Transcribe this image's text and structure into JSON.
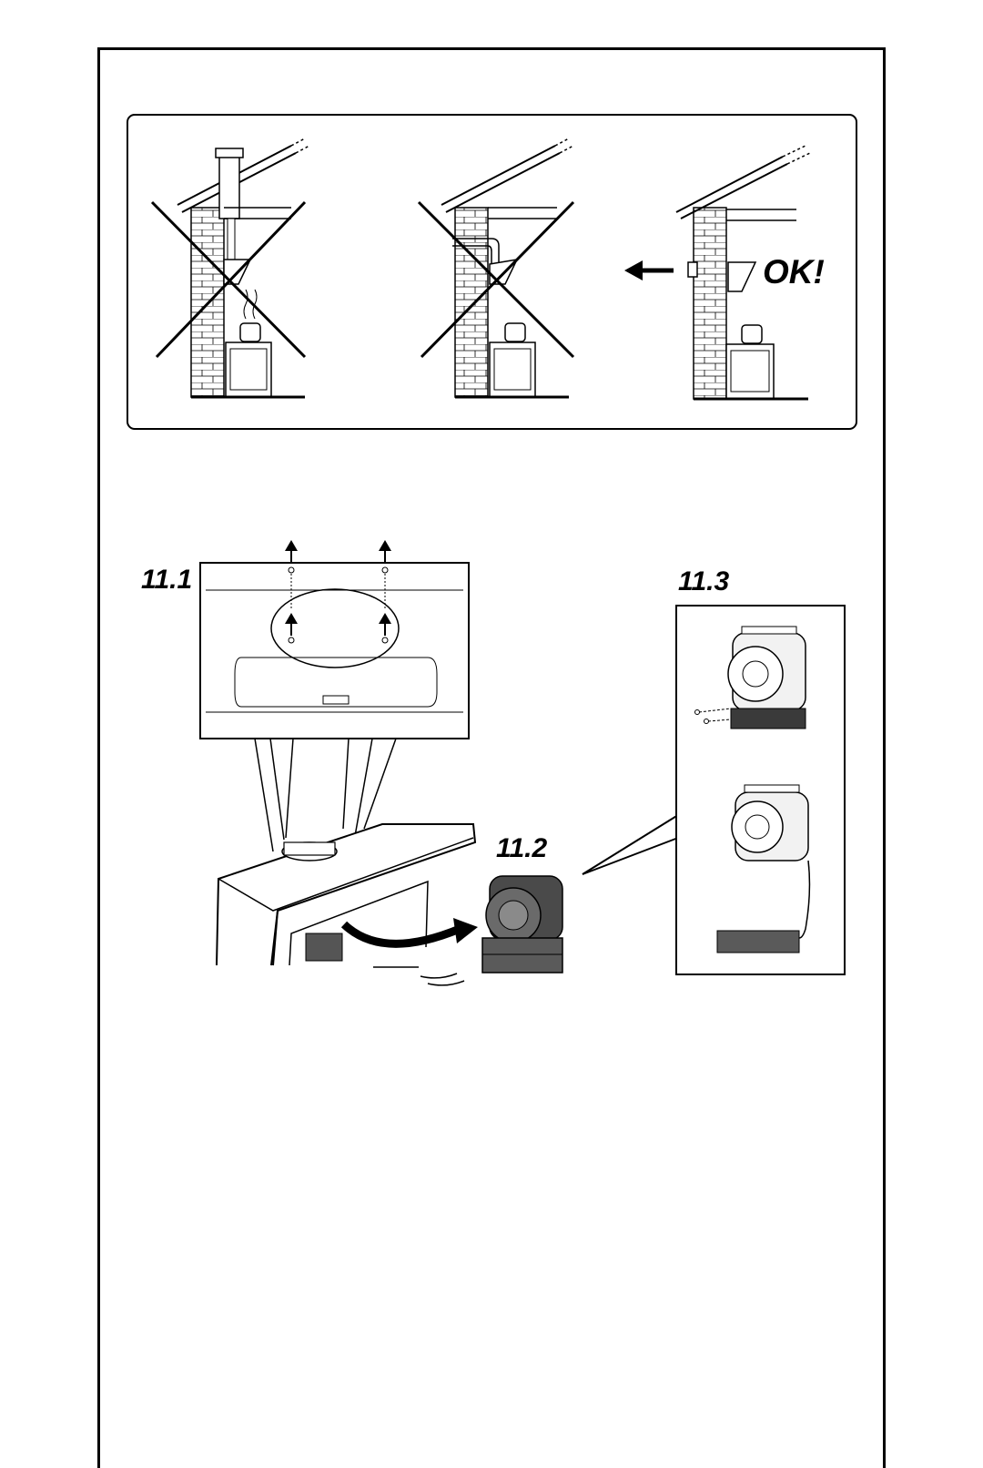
{
  "figure_labels": {
    "fig_11_1": "11.1",
    "fig_11_2": "11.2",
    "fig_11_3": "11.3"
  },
  "venting_panel": {
    "ok_label": "OK!",
    "scenes": [
      {
        "id": "chimney-vent",
        "status": "wrong",
        "mark": "x-cross-icon"
      },
      {
        "id": "wall-vent-high",
        "status": "wrong",
        "mark": "x-cross-icon"
      },
      {
        "id": "wall-vent-direct",
        "status": "correct",
        "mark": "left-arrow-icon"
      }
    ]
  },
  "colors": {
    "line": "#000000",
    "brick_fill": "#ffffff",
    "motor_fill": "#4a4a4a"
  }
}
